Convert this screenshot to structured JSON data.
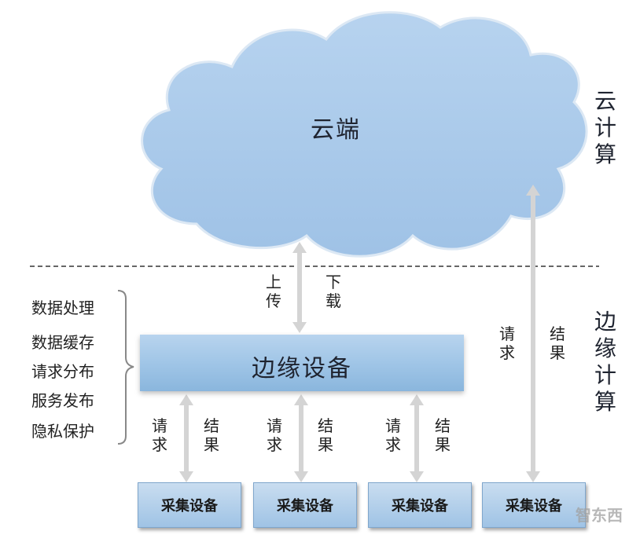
{
  "cloud": {
    "label": "云端"
  },
  "layers": {
    "cloud_computing": "云\n计\n算",
    "edge_computing": "边\n缘\n计\n算"
  },
  "edge_functions": [
    "数据处理",
    "数据缓存",
    "请求分布",
    "服务发布",
    "隐私保护"
  ],
  "edge_device": {
    "label": "边缘设备"
  },
  "cloud_edge_link": {
    "upload": "上\n传",
    "download": "下\n载"
  },
  "direct_link": {
    "request": "请\n求",
    "result": "结\n果"
  },
  "device_links": [
    {
      "request": "请\n求",
      "result": "结\n果"
    },
    {
      "request": "请\n求",
      "result": "结\n果"
    },
    {
      "request": "请\n求",
      "result": "结\n果"
    }
  ],
  "collection_devices": [
    "采集设备",
    "采集设备",
    "采集设备",
    "采集设备"
  ],
  "watermark": "智东西",
  "colors": {
    "cloud_fill": "#a9c9ea",
    "cloud_stroke": "#d8e6f3",
    "arrow": "#d4d4d4",
    "brace": "#888888"
  }
}
